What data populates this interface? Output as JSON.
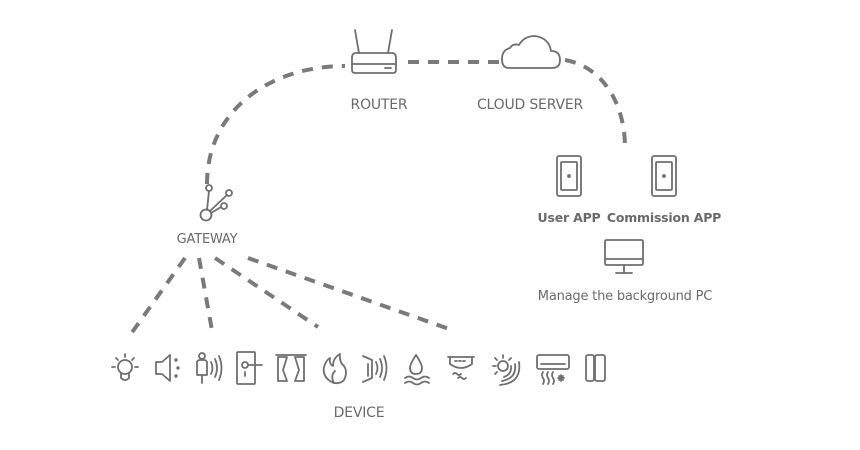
{
  "nodes": {
    "router": {
      "label": "ROUTER",
      "icon": "router-icon"
    },
    "cloud": {
      "label": "CLOUD SERVER",
      "icon": "cloud-icon"
    },
    "gateway": {
      "label": "GATEWAY",
      "icon": "gateway-hub-icon"
    },
    "user_app": {
      "label": "User APP",
      "icon": "phone-icon"
    },
    "commission_app": {
      "label": "Commission APP",
      "icon": "phone-icon"
    },
    "pc": {
      "label": "Manage the background PC",
      "icon": "monitor-icon"
    },
    "device": {
      "label": "DEVICE"
    }
  },
  "devices": [
    {
      "name": "light-bulb-icon"
    },
    {
      "name": "speaker-icon"
    },
    {
      "name": "presence-sensor-icon"
    },
    {
      "name": "door-lock-icon"
    },
    {
      "name": "curtain-icon"
    },
    {
      "name": "smoke-fire-sensor-icon"
    },
    {
      "name": "door-sensor-icon"
    },
    {
      "name": "water-leak-sensor-icon"
    },
    {
      "name": "heater-icon"
    },
    {
      "name": "light-sensor-icon"
    },
    {
      "name": "air-conditioner-icon"
    },
    {
      "name": "window-contact-icon"
    }
  ],
  "colors": {
    "line": "#7a7a7a",
    "icon": "#6f6f6f",
    "text": "#6a6a6a"
  }
}
